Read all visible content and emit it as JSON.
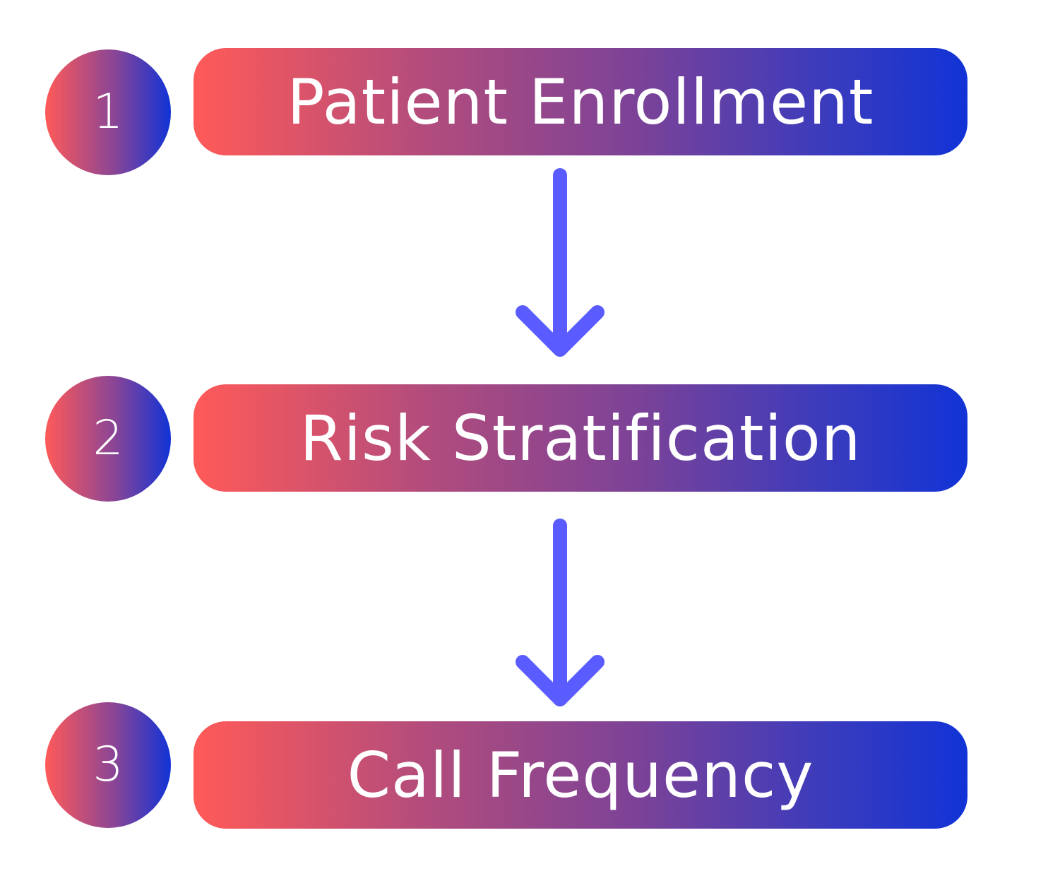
{
  "diagram": {
    "steps": [
      {
        "number": "1",
        "label": "Patient Enrollment"
      },
      {
        "number": "2",
        "label": "Risk Stratification"
      },
      {
        "number": "3",
        "label": "Call Frequency"
      }
    ],
    "colors": {
      "gradient_start": "#ff5a58",
      "gradient_end": "#1133d6",
      "arrow": "#5b5cff",
      "text": "#ffffff"
    },
    "connector_icon": "arrow-down-icon"
  }
}
